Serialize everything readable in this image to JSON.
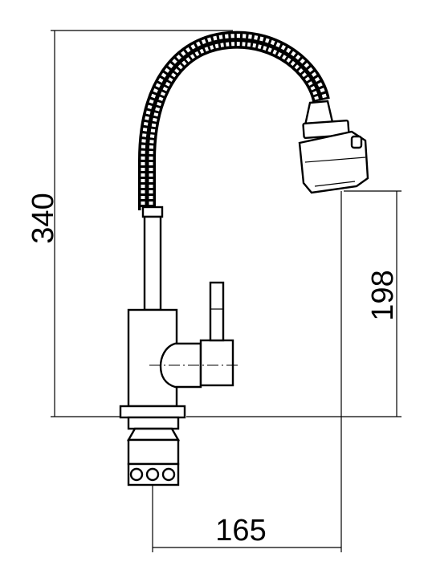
{
  "dimensions": {
    "total_height": "340",
    "spout_height": "198",
    "reach": "165"
  },
  "colors": {
    "line": "#000000",
    "background": "#ffffff"
  }
}
